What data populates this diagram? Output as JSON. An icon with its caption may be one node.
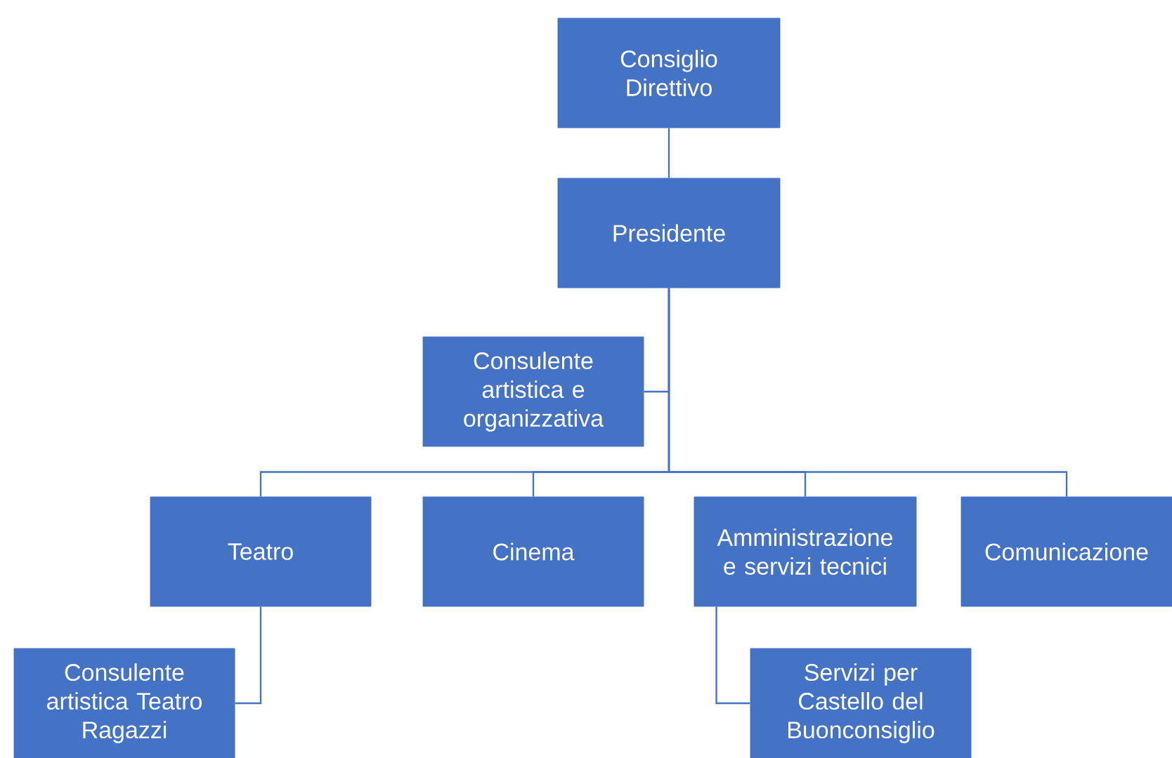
{
  "diagram": {
    "nodes": [
      {
        "text": [
          "Consiglio Direttivo"
        ]
      },
      {
        "text": [
          "Presidente"
        ]
      },
      {
        "text": [
          "Consulente artistica e organizzativa"
        ]
      },
      {
        "text": [
          "Teatro"
        ]
      },
      {
        "text": [
          "Cinema"
        ]
      },
      {
        "text": [
          "Amministrazione e servizi tecnici"
        ]
      },
      {
        "text": [
          "Comunicazione"
        ]
      },
      {
        "text": [
          "Consulente artistica Teatro Ragazzi"
        ]
      },
      {
        "text": [
          "Servizi per Castello del Buonconsiglio"
        ]
      }
    ],
    "edges": [
      {
        "from": 0,
        "to": 1,
        "arrow": "none"
      },
      {
        "from": 1,
        "to": 2,
        "arrow": "none"
      },
      {
        "from": 1,
        "to": 3,
        "arrow": "none"
      },
      {
        "from": 1,
        "to": 4,
        "arrow": "none"
      },
      {
        "from": 1,
        "to": 5,
        "arrow": "none"
      },
      {
        "from": 1,
        "to": 6,
        "arrow": "none"
      },
      {
        "from": 3,
        "to": 7,
        "arrow": "none"
      },
      {
        "from": 5,
        "to": 8,
        "arrow": "none"
      }
    ]
  }
}
